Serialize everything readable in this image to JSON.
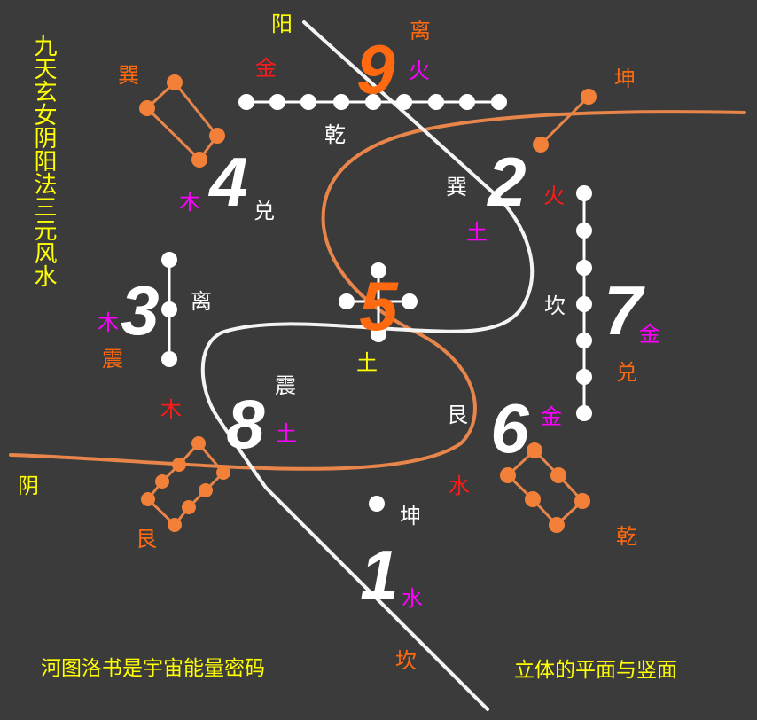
{
  "title_vertical": "九天玄女阴阳法三元风水",
  "caption_left": "河图洛书是宇宙能量密码",
  "caption_right": "立体的平面与竖面",
  "yang": "阳",
  "yin": "阴",
  "numbers": {
    "n1": "1",
    "n2": "2",
    "n3": "3",
    "n4": "4",
    "n5": "5",
    "n6": "6",
    "n7": "7",
    "n8": "8",
    "n9": "9"
  },
  "labels": {
    "li_top": "离",
    "jin_top": "金",
    "huo_top": "火",
    "xun_tl": "巽",
    "kun_tr": "坤",
    "qian_mid": "乾",
    "xun_mid": "巽",
    "huo_r": "火",
    "mu_4": "木",
    "dui_4": "兑",
    "tu_2": "土",
    "li_3": "离",
    "kan_7": "坎",
    "mu_3": "木",
    "jin_7": "金",
    "zhen_l": "震",
    "tu_5": "土",
    "dui_r": "兑",
    "zhen_8": "震",
    "mu_8": "木",
    "gen_6": "艮",
    "jin_6": "金",
    "tu_8": "土",
    "shui_6": "水",
    "kun_1": "坤",
    "gen_bl": "艮",
    "qian_br": "乾",
    "shui_1": "水",
    "kan_b": "坎"
  },
  "colors": {
    "background": "#3b3b3b",
    "yellow": "#ffff00",
    "orange": "#ff6a10",
    "red": "#ff1a1a",
    "magenta": "#ff00ff",
    "white": "#ffffff"
  }
}
